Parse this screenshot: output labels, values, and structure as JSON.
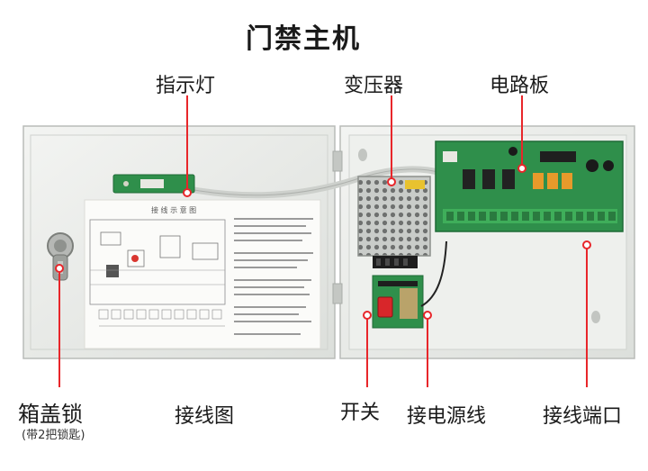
{
  "title": "门禁主机",
  "labels": {
    "indicator_light": "指示灯",
    "transformer": "变压器",
    "circuit_board": "电路板",
    "box_lock": "箱盖锁",
    "box_lock_note": "(带2把锁匙)",
    "wiring_diagram": "接线图",
    "switch": "开关",
    "power_line": "接电源线",
    "terminal": "接线端口"
  },
  "diagram_text": "接 线 示 意 图",
  "colors": {
    "leader_line": "#e8262a",
    "cabinet": "#e9ebe8",
    "pcb": "#2f8f4b"
  }
}
